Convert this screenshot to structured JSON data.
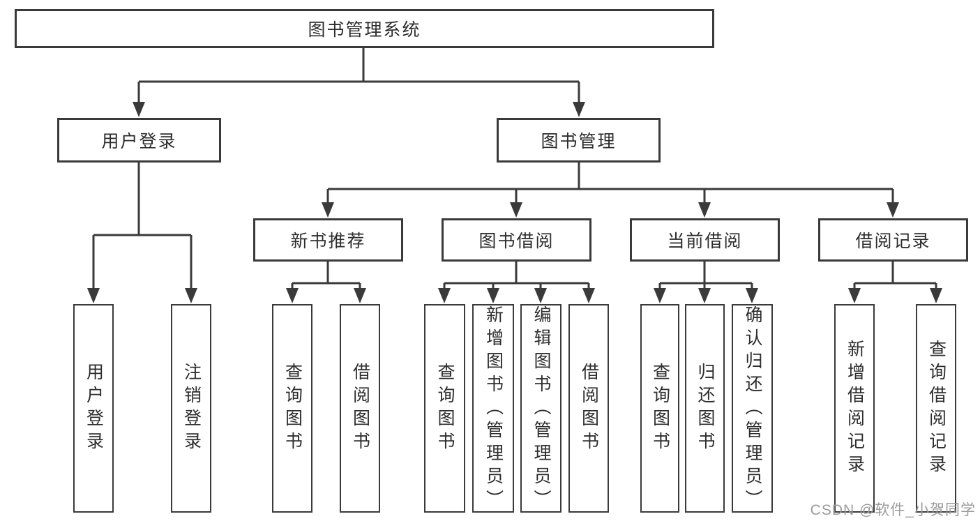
{
  "colors": {
    "line": "#3a3a3a",
    "box_border": "#3a3a3a",
    "text": "#2d2d2d",
    "watermark": "#9b9b9b",
    "background": "#ffffff"
  },
  "watermark": "CSDN @软件_小贺同学",
  "tree": {
    "root": "图书管理系统",
    "branches": [
      {
        "label": "用户登录",
        "children": [
          "用户登录",
          "注销登录"
        ]
      },
      {
        "label": "图书管理",
        "children": [
          {
            "label": "新书推荐",
            "children": [
              "查询图书",
              "借阅图书"
            ]
          },
          {
            "label": "图书借阅",
            "children": [
              "查询图书",
              "新增图书（管理员）",
              "编辑图书（管理员）",
              "借阅图书"
            ]
          },
          {
            "label": "当前借阅",
            "children": [
              "查询图书",
              "归还图书",
              "确认归还（管理员）"
            ]
          },
          {
            "label": "借阅记录",
            "children": [
              "新增借阅记录",
              "查询借阅记录"
            ]
          }
        ]
      }
    ]
  }
}
